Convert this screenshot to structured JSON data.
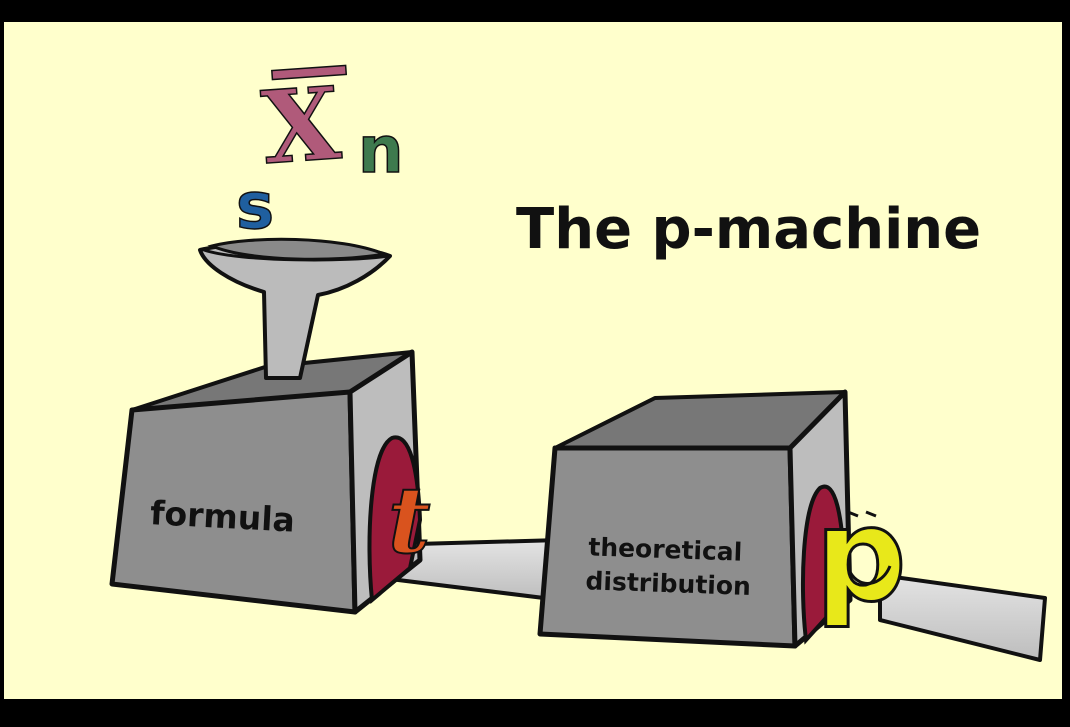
{
  "title": "The p-machine",
  "inputs": {
    "s": "s",
    "xbar": "X",
    "n": "n"
  },
  "machine1_label": "formula",
  "output1": "t",
  "machine2_label_line1": "theoretical",
  "machine2_label_line2": "distribution",
  "output2": "p",
  "colors": {
    "background": "#ffffcc",
    "frame": "#000000",
    "box_front": "#8e8e8e",
    "box_side": "#b9b9b9",
    "box_top": "#7a7a7a",
    "funnel": "#b8b8b8",
    "belt": "#cfcfcf",
    "door": "#9a1a3a",
    "s_color": "#1f5f9f",
    "xbar_color": "#b05a7a",
    "n_color": "#3e7a4e",
    "t_color": "#d9531e",
    "p_color": "#e8e81a"
  }
}
